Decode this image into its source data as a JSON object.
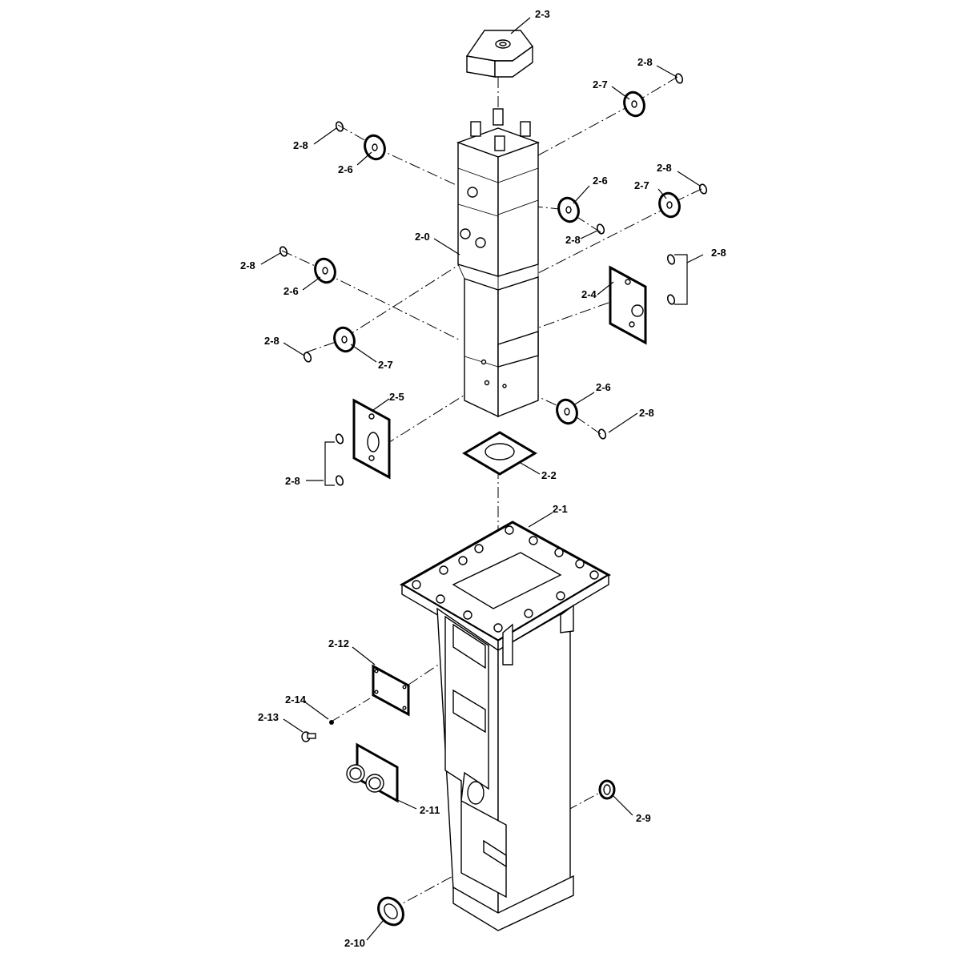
{
  "labels": {
    "l_2_3": "2-3",
    "l_2_8_a": "2-8",
    "l_2_7_a": "2-7",
    "l_2_8_b": "2-8",
    "l_2_6_a": "2-6",
    "l_2_6_b": "2-6",
    "l_2_8_c": "2-8",
    "l_2_7_b": "2-7",
    "l_2_8_d": "2-8",
    "l_2_0": "2-0",
    "l_2_8_e": "2-8",
    "l_2_6_c": "2-6",
    "l_2_8_f": "2-8",
    "l_2_4": "2-4",
    "l_2_8_g": "2-8",
    "l_2_7_c": "2-7",
    "l_2_6_d": "2-6",
    "l_2_8_h": "2-8",
    "l_2_5": "2-5",
    "l_2_2": "2-2",
    "l_2_8_i": "2-8",
    "l_2_1": "2-1",
    "l_2_12": "2-12",
    "l_2_14": "2-14",
    "l_2_13": "2-13",
    "l_2_11": "2-11",
    "l_2_9": "2-9",
    "l_2_10": "2-10"
  }
}
